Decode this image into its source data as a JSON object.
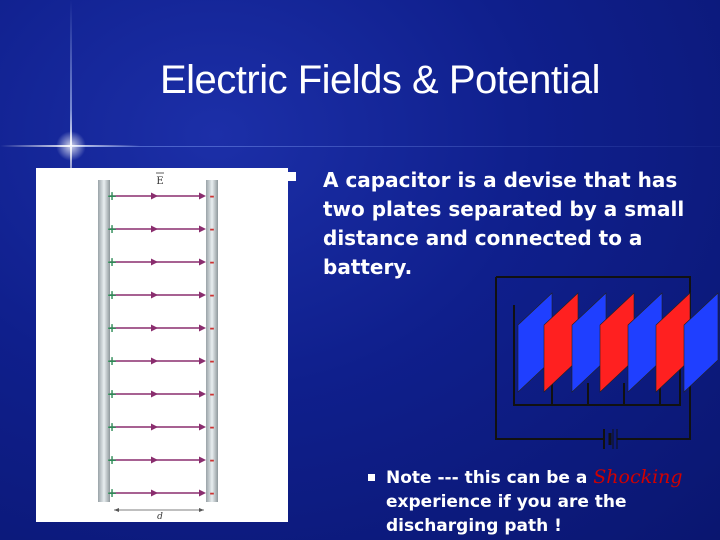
{
  "slide": {
    "title": "Electric Fields & Potential",
    "bullet_main": "A capacitor is a devise that has two plates separated by a small distance and connected to a battery.",
    "note": {
      "before": "Note --- this can be a",
      "highlight": "Shocking",
      "after": "experience if you are  the discharging path !"
    },
    "figure_labels": {
      "field": "E",
      "distance": "d",
      "plus": "+",
      "minus": "-"
    }
  },
  "colors": {
    "background": "#0f1f8c",
    "text": "#ffffff",
    "highlight": "#d00000",
    "arrow": "#8a2d6e",
    "plate_blue": "#1f3fff",
    "plate_red": "#ff2020"
  }
}
